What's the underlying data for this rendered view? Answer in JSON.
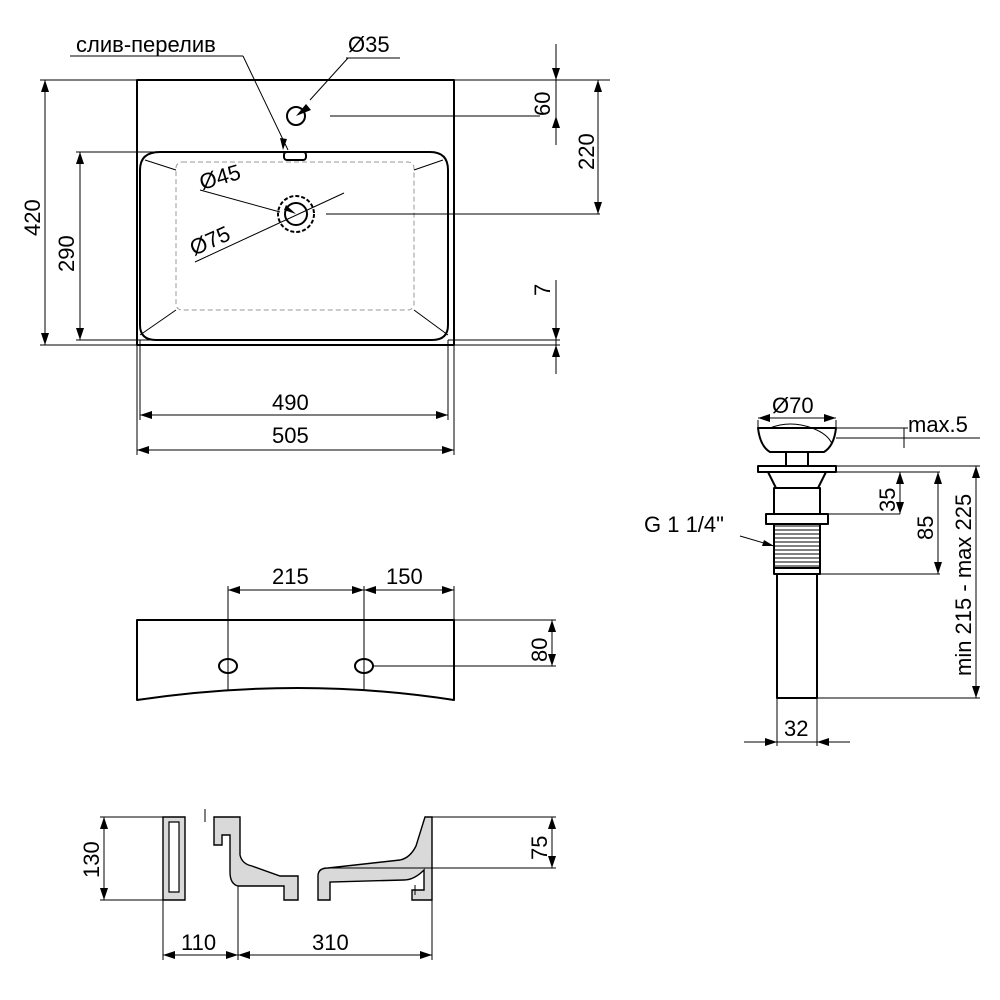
{
  "drawing": {
    "top_view": {
      "overflow_label": "слив-перелив",
      "tap_hole_diameter": "Ø35",
      "drain_inner_diameter": "Ø45",
      "drain_outer_diameter": "Ø75",
      "dim_tap_offset": "60",
      "dim_drain_offset": "220",
      "dim_total_depth": "420",
      "dim_bowl_depth": "290",
      "dim_rim": "7",
      "dim_bowl_width": "490",
      "dim_total_width": "505"
    },
    "back_view": {
      "dim_hole_left": "215",
      "dim_hole_right": "150",
      "dim_hole_height": "80"
    },
    "section_view": {
      "dim_height": "130",
      "dim_bowl_height": "75",
      "dim_wall_offset": "110",
      "dim_bowl_length": "310"
    },
    "drain_valve": {
      "dim_cap_diameter": "Ø70",
      "dim_cap_gap": "max.5",
      "dim_collar": "35",
      "dim_thread_length": "85",
      "dim_total_length": "min 215 - max 225",
      "thread_label": "G 1 1/4\"",
      "dim_pipe_diameter": "32"
    }
  }
}
